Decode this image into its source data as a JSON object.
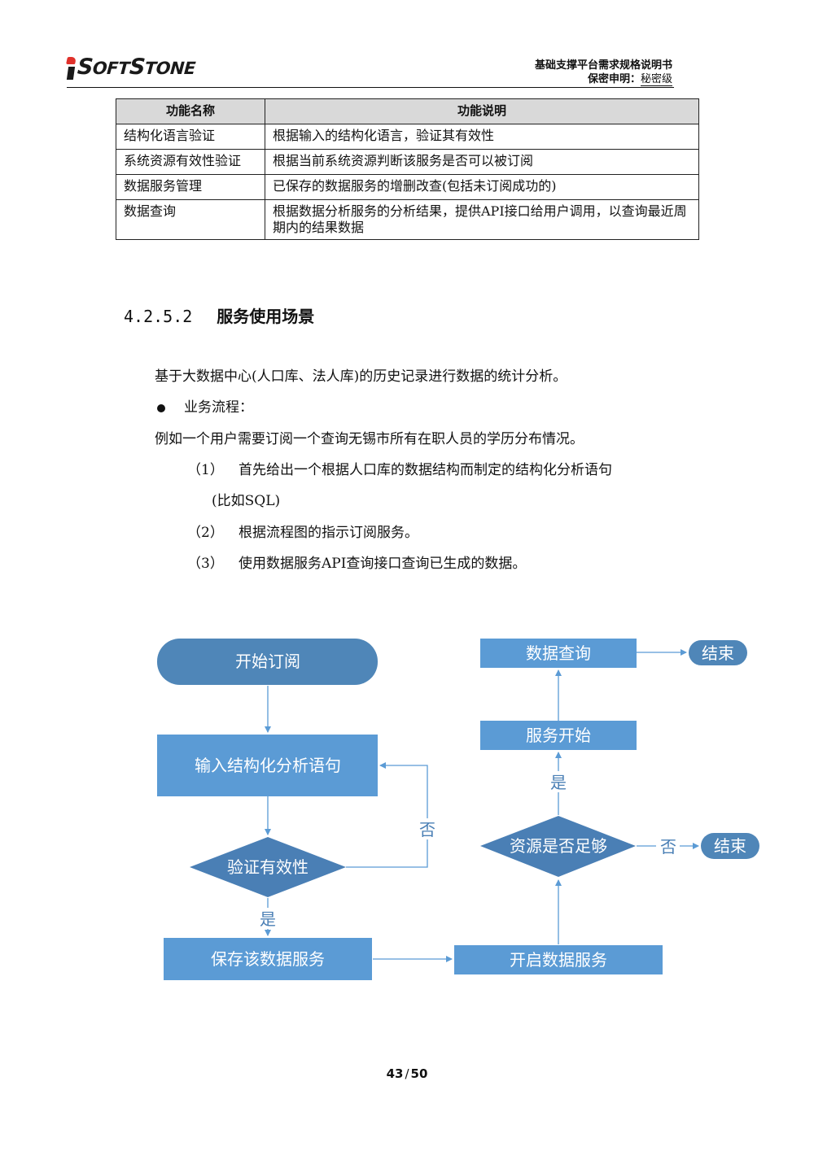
{
  "header": {
    "logo_text_1": "i",
    "logo_text_2": "S",
    "logo_text_3": "OFT",
    "logo_text_4": "S",
    "logo_text_5": "TONE",
    "doc_title": "基础支撑平台需求规格说明书",
    "secrecy_label": "保密申明：",
    "secrecy_value": "秘密级"
  },
  "table": {
    "headers": [
      "功能名称",
      "功能说明"
    ],
    "rows": [
      [
        "结构化语言验证",
        "根据输入的结构化语言，验证其有效性"
      ],
      [
        "系统资源有效性验证",
        "根据当前系统资源判断该服务是否可以被订阅"
      ],
      [
        "数据服务管理",
        "已保存的数据服务的增删改查(包括未订阅成功的)"
      ],
      [
        "数据查询",
        "根据数据分析服务的分析结果，提供API接口给用户调用，以查询最近周期内的结果数据"
      ]
    ]
  },
  "section": {
    "number": "4.2.5.2",
    "title": "服务使用场景"
  },
  "body": {
    "intro": "基于大数据中心(人口库、法人库)的历史记录进行数据的统计分析。",
    "bullet": "业务流程：",
    "example": "例如一个用户需要订阅一个查询无锡市所有在职人员的学历分布情况。",
    "steps": [
      {
        "num": "（1）",
        "text": "首先给出一个根据人口库的数据结构而制定的结构化分析语句",
        "cont": "(比如SQL)"
      },
      {
        "num": "（2）",
        "text": "根据流程图的指示订阅服务。"
      },
      {
        "num": "（3）",
        "text": "使用数据服务API查询接口查询已生成的数据。"
      }
    ]
  },
  "flowchart": {
    "start": "开始订阅",
    "input": "输入结构化分析语句",
    "validate": "验证有效性",
    "save": "保存该数据服务",
    "enable": "开启数据服务",
    "resource": "资源是否足够",
    "service_start": "服务开始",
    "query": "数据查询",
    "end_top": "结束",
    "end_right": "结束",
    "no_label_left": "否",
    "yes_label_left": "是",
    "yes_label_right": "是",
    "no_label_right": "否",
    "colors": {
      "terminal": "#4f86b8",
      "process": "#5b9bd5",
      "process_dark": "#5189c2",
      "decision": "#4a7fb5",
      "arrow": "#5b9bd5"
    }
  },
  "footer": {
    "page": "43",
    "total": "50"
  }
}
